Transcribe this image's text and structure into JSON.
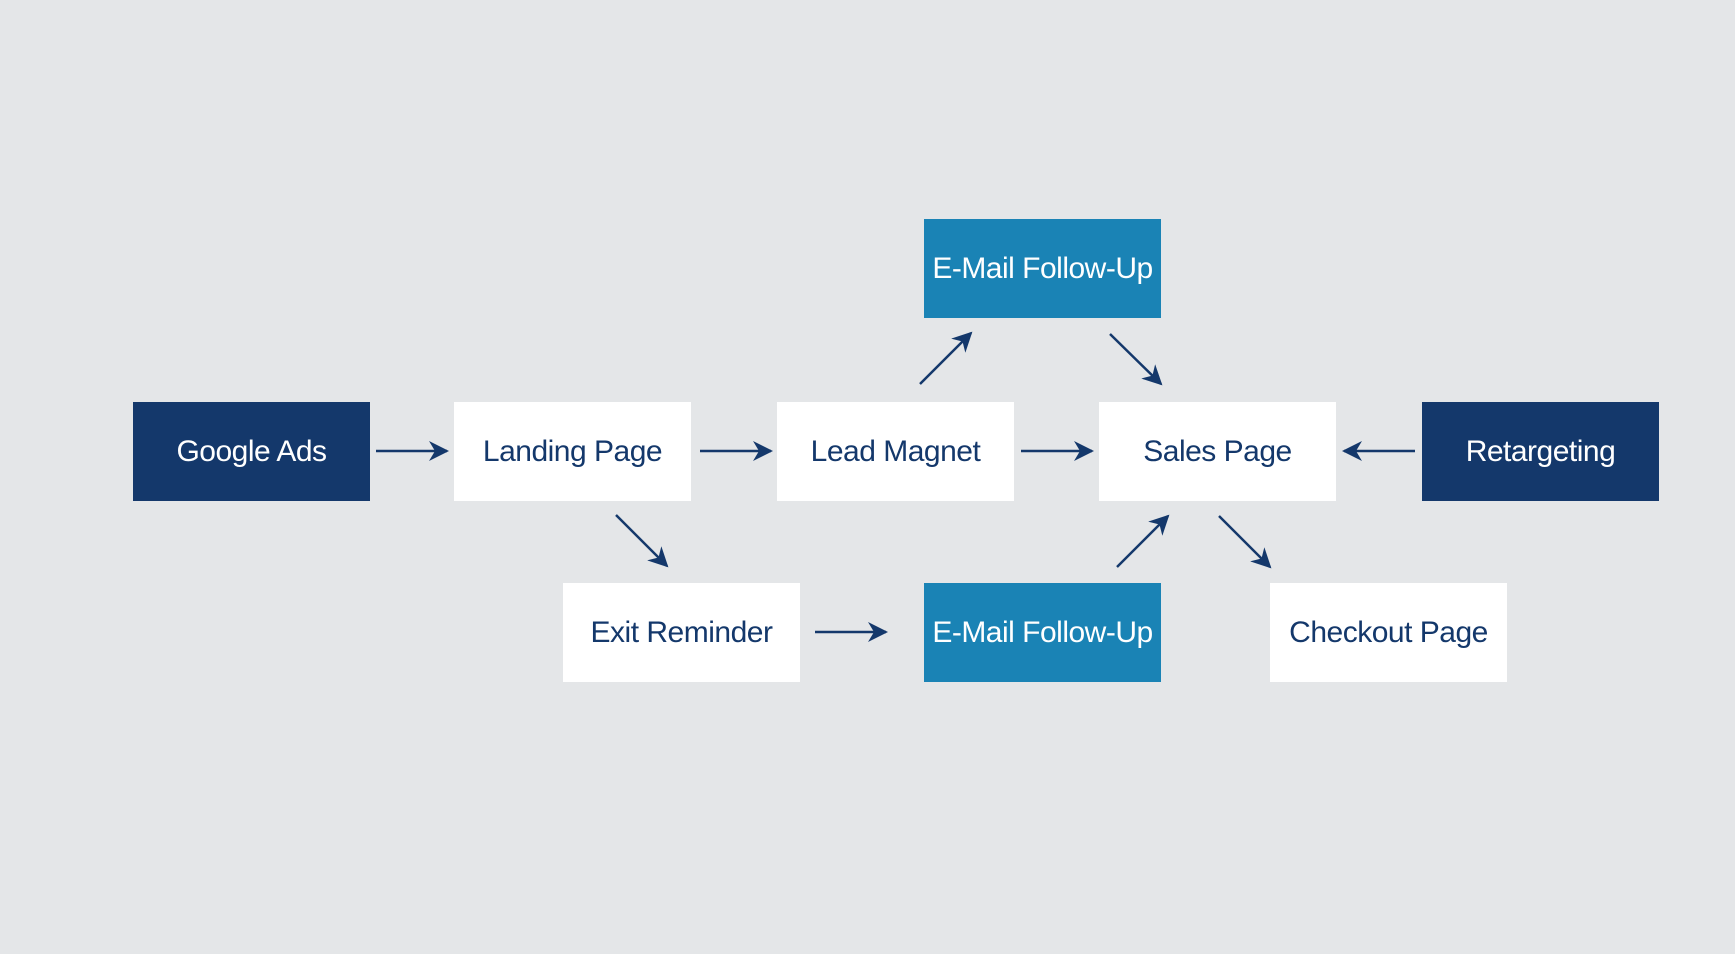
{
  "colors": {
    "background": "#e4e6e8",
    "dark_node": "#14386b",
    "accent_node": "#1a83b5",
    "light_node": "#ffffff",
    "arrow": "#14386b"
  },
  "nodes": {
    "google_ads": "Google Ads",
    "landing_page": "Landing Page",
    "lead_magnet": "Lead Magnet",
    "sales_page": "Sales Page",
    "retargeting": "Retargeting",
    "email_followup_top": "E-Mail Follow-Up",
    "exit_reminder": "Exit Reminder",
    "email_followup_bottom": "E-Mail Follow-Up",
    "checkout_page": "Checkout Page"
  },
  "edges": [
    {
      "from": "google_ads",
      "to": "landing_page"
    },
    {
      "from": "landing_page",
      "to": "lead_magnet"
    },
    {
      "from": "lead_magnet",
      "to": "sales_page"
    },
    {
      "from": "retargeting",
      "to": "sales_page"
    },
    {
      "from": "lead_magnet",
      "to": "email_followup_top"
    },
    {
      "from": "email_followup_top",
      "to": "sales_page"
    },
    {
      "from": "landing_page",
      "to": "exit_reminder"
    },
    {
      "from": "exit_reminder",
      "to": "email_followup_bottom"
    },
    {
      "from": "email_followup_bottom",
      "to": "sales_page"
    },
    {
      "from": "sales_page",
      "to": "checkout_page"
    }
  ]
}
